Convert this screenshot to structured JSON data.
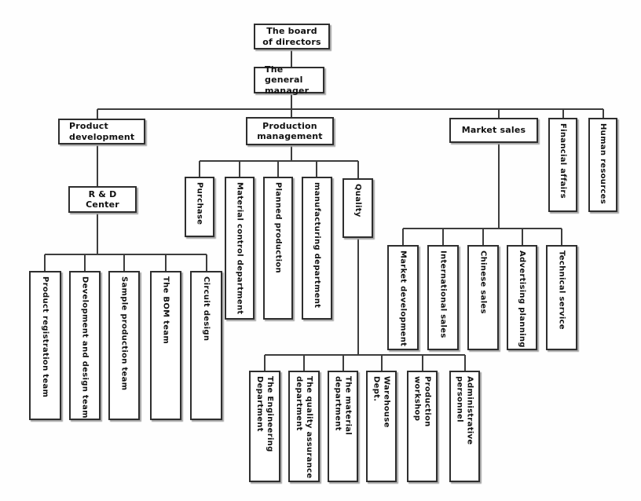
{
  "diagram_type": "organizational-chart",
  "colors": {
    "background": "#fefefe",
    "box_fill": "#ffffff",
    "box_border": "#2e2e2e",
    "box_shadow": "#a6a6a6",
    "connector": "#3d3d3d",
    "text": "#111111"
  },
  "nodes": {
    "board": "The board\nof directors",
    "general_manager": "The general\nmanager",
    "product_development": "Product\ndevelopment",
    "production_management": "Production\nmanagement",
    "market_sales": "Market sales",
    "financial_affairs": "Financial affairs",
    "human_resources": "Human resources",
    "rd_center": "R & D\nCenter",
    "product_registration_team": "Product registration team",
    "development_design_team": "Development and design team",
    "sample_production_team": "Sample production team",
    "bom_team": "The BOM team",
    "circuit_design": "Circuit design",
    "purchase": "Purchase",
    "material_control_department": "Material control department",
    "planned_production": "Planned production",
    "manufacturing_department": "manufacturing department",
    "quality": "Quality",
    "engineering_department": "The Engineering\nDepartment",
    "quality_assurance_department": "The quality assurance\ndepartment",
    "material_department": "The material\ndepartment",
    "warehouse_dept": "Warehouse\nDept.",
    "production_workshop": "Production\nworkshop",
    "administrative_personnel": "Administrative\npersonnel",
    "market_development": "Market development",
    "international_sales": "International sales",
    "chinese_sales": "Chinese sales",
    "advertising_planning": "Advertising planning",
    "technical_service": "Technical service"
  },
  "hierarchy": {
    "board": [
      "general_manager"
    ],
    "general_manager": [
      "product_development",
      "production_management",
      "market_sales",
      "financial_affairs",
      "human_resources"
    ],
    "product_development": [
      "rd_center"
    ],
    "rd_center": [
      "product_registration_team",
      "development_design_team",
      "sample_production_team",
      "bom_team",
      "circuit_design"
    ],
    "production_management": [
      "purchase",
      "material_control_department",
      "planned_production",
      "manufacturing_department",
      "quality"
    ],
    "quality": [
      "engineering_department",
      "quality_assurance_department",
      "material_department",
      "warehouse_dept",
      "production_workshop",
      "administrative_personnel"
    ],
    "market_sales": [
      "market_development",
      "international_sales",
      "chinese_sales",
      "advertising_planning",
      "technical_service"
    ]
  }
}
